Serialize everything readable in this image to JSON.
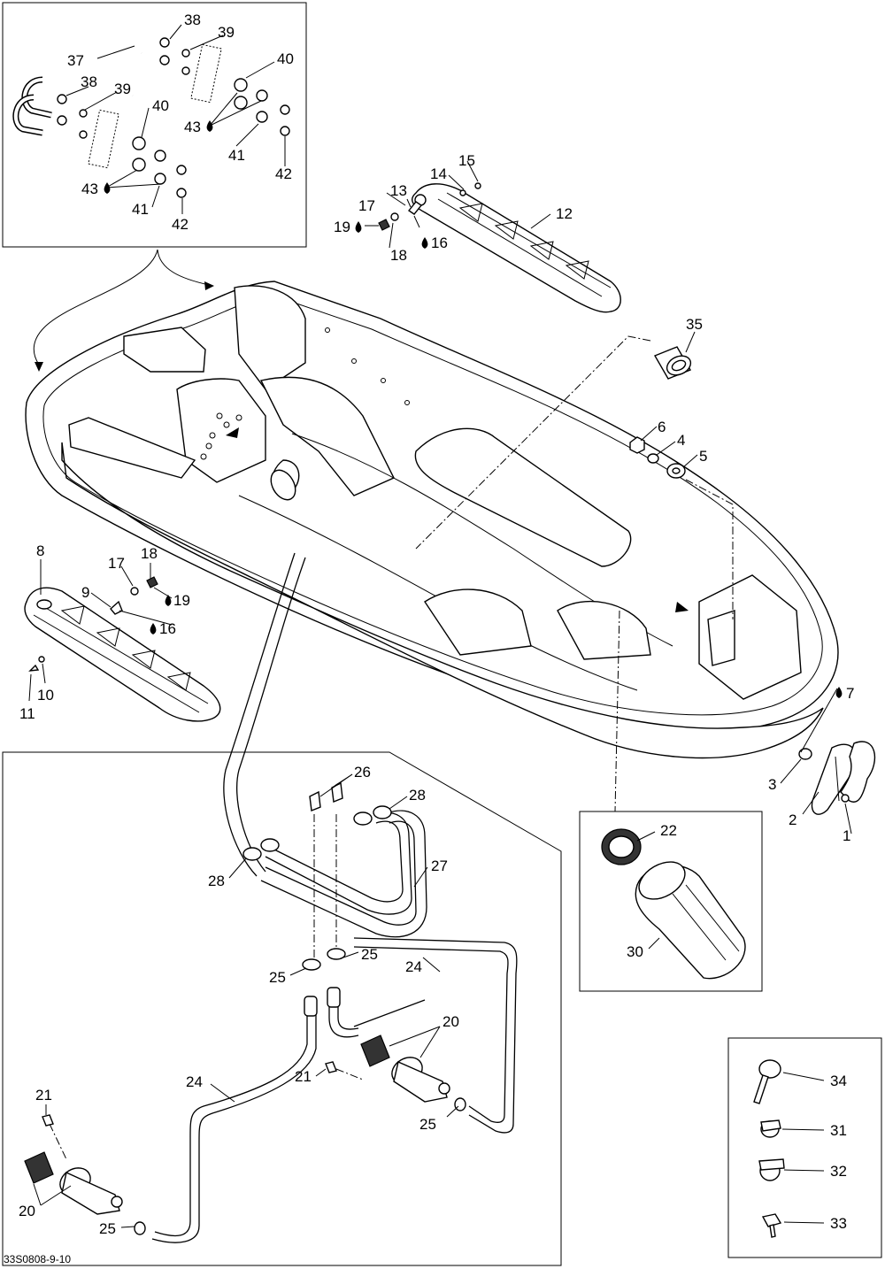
{
  "diagram": {
    "reference_code": "33S0808-9-10",
    "callouts": [
      "1",
      "2",
      "3",
      "4",
      "5",
      "6",
      "7",
      "8",
      "9",
      "10",
      "11",
      "12",
      "13",
      "14",
      "15",
      "16",
      "17",
      "18",
      "19",
      "20",
      "21",
      "22",
      "24",
      "25",
      "26",
      "27",
      "28",
      "30",
      "31",
      "32",
      "33",
      "34",
      "35",
      "37",
      "38",
      "39",
      "40",
      "41",
      "42",
      "43"
    ],
    "inset_boxes": [
      "handles-detail",
      "drain-hoses-detail",
      "cap-detail",
      "hardware-legend"
    ]
  }
}
